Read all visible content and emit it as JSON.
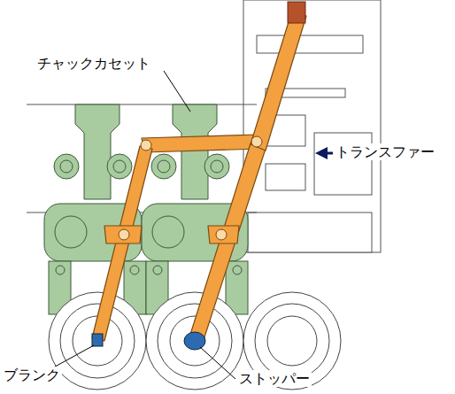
{
  "diagram": {
    "labels": [
      "チャックカセット",
      "トランスファー",
      "ブランク",
      "ストッパー"
    ]
  }
}
